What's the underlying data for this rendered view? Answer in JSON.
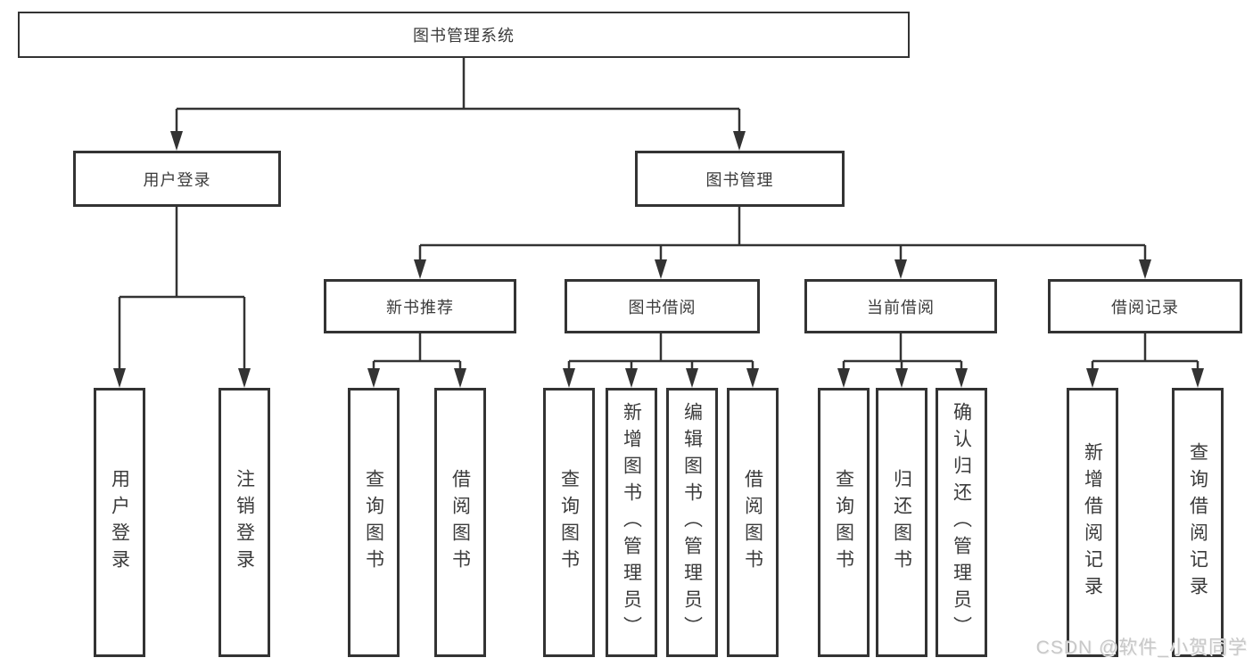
{
  "watermark": "CSDN @软件_小贺同学",
  "colors": {
    "background": "#ffffff",
    "line": "#333333",
    "text": "#3b3b3b",
    "watermark": "#c8c8c8"
  },
  "tree": {
    "root": "图书管理系统",
    "children": [
      {
        "label": "用户登录",
        "children": [
          "用户登录",
          "注销登录"
        ]
      },
      {
        "label": "图书管理",
        "children": [
          {
            "label": "新书推荐",
            "children": [
              "查询图书",
              "借阅图书"
            ]
          },
          {
            "label": "图书借阅",
            "children": [
              "查询图书",
              "新增图书（管理员）",
              "编辑图书（管理员）",
              "借阅图书"
            ]
          },
          {
            "label": "当前借阅",
            "children": [
              "查询图书",
              "归还图书",
              "确认归还（管理员）"
            ]
          },
          {
            "label": "借阅记录",
            "children": [
              "新增借阅记录",
              "查询借阅记录"
            ]
          }
        ]
      }
    ]
  }
}
